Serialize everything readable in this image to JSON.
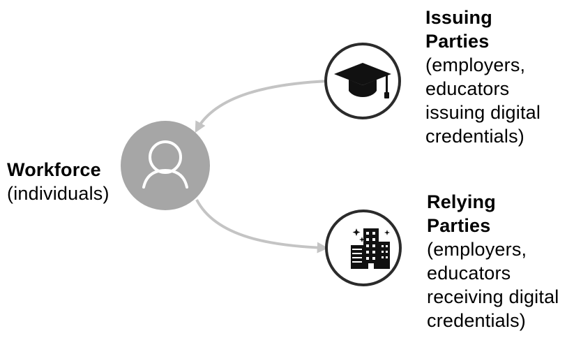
{
  "workforce": {
    "title": "Workforce",
    "subtitle": "(individuals)",
    "icon": "person-icon"
  },
  "issuing": {
    "title_lines": [
      "Issuing",
      "Parties"
    ],
    "desc_lines": [
      "(employers,",
      "educators",
      "issuing digital",
      "credentials)"
    ],
    "icon": "graduation-cap-icon"
  },
  "relying": {
    "title_lines": [
      "Relying",
      "Parties"
    ],
    "desc_lines": [
      "(employers,",
      "educators",
      "receiving digital",
      "credentials)"
    ],
    "icon": "office-building-icon"
  },
  "colors": {
    "workforce_circle": "#a6a6a6",
    "arrow": "#c4c4c4",
    "party_circle_border": "#2b2b2b",
    "icon": "#111111"
  }
}
